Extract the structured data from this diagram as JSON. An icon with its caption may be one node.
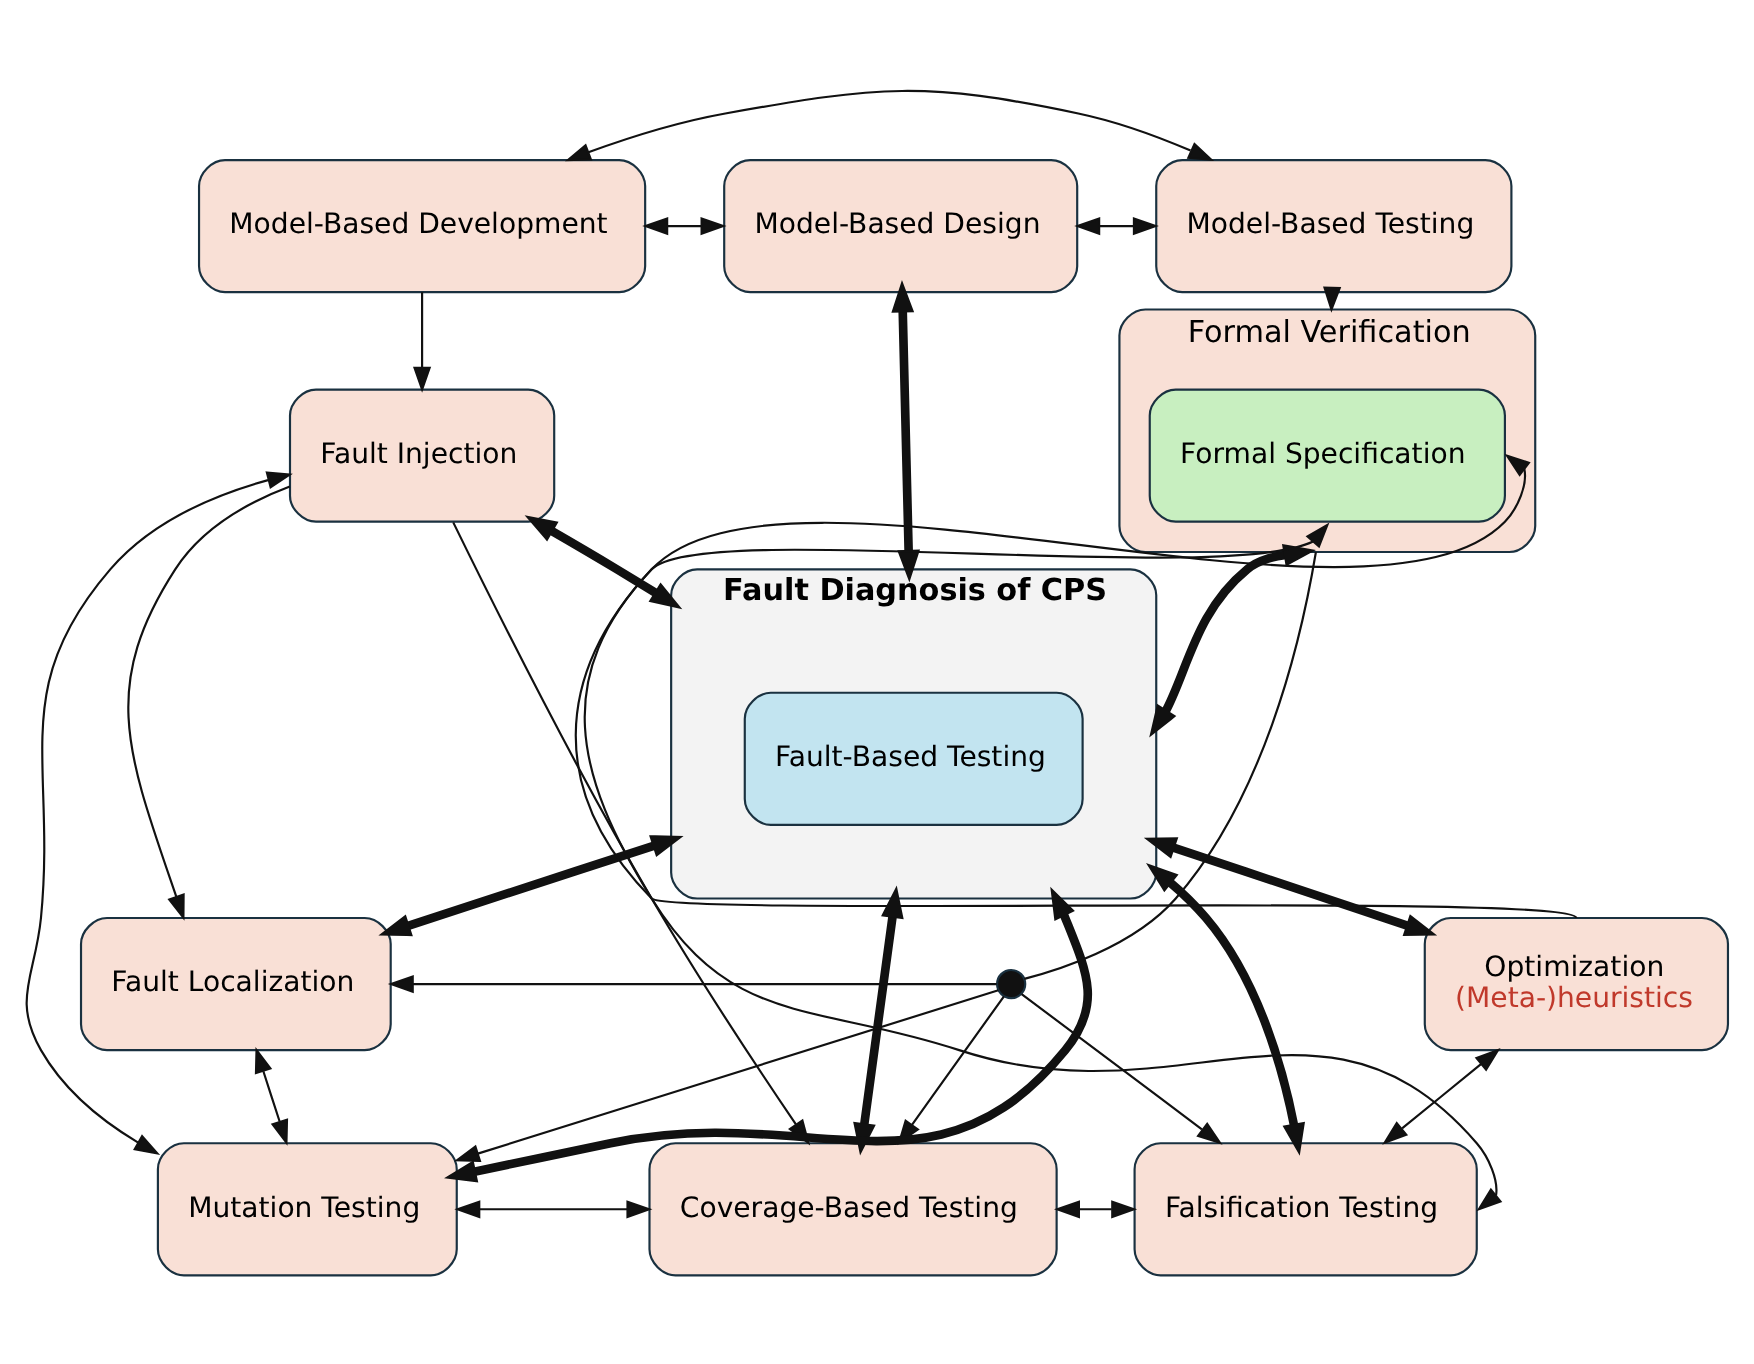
{
  "diagram": {
    "nodes": [
      {
        "text": [
          "Model-Based Development"
        ]
      },
      {
        "text": [
          "Model-Based Design"
        ]
      },
      {
        "text": [
          "Model-Based Testing"
        ]
      },
      {
        "text": [
          "Fault Diagnosis of CPS"
        ]
      },
      {
        "text": [
          "Fault-Based Testing"
        ],
        "in": 3
      },
      {
        "text": [
          "Formal Verification"
        ]
      },
      {
        "text": [
          "Formal Specification"
        ],
        "in": 5
      },
      {
        "text": [
          "Fault Injection"
        ]
      },
      {
        "text": [
          "Fault Localization"
        ]
      },
      {
        "text": [
          "Optimization",
          "(Meta-)heuristics"
        ]
      },
      {
        "text": [
          "Mutation Testing"
        ]
      },
      {
        "text": [
          "Coverage-Based Testing"
        ]
      },
      {
        "text": [
          "Falsification Testing"
        ]
      },
      {
        "text": [],
        "shape": "circle"
      }
    ],
    "edges": [
      {
        "from": 0,
        "to": 1,
        "arrow": "both"
      },
      {
        "from": 1,
        "to": 2,
        "arrow": "both"
      },
      {
        "from": 0,
        "to": 2,
        "arrow": "both"
      },
      {
        "from": 1,
        "to": 3,
        "arrow": "both",
        "style": "thick"
      },
      {
        "from": 2,
        "to": 5,
        "arrow": "to"
      },
      {
        "from": 0,
        "to": 7,
        "arrow": "to"
      },
      {
        "from": 7,
        "to": 3,
        "arrow": "both",
        "style": "thick"
      },
      {
        "from": 3,
        "to": 5,
        "arrow": "both",
        "style": "thick"
      },
      {
        "from": 7,
        "to": 8,
        "arrow": "to"
      },
      {
        "from": 7,
        "to": 11,
        "arrow": "to"
      },
      {
        "from": 7,
        "to": 10,
        "arrow": "both"
      },
      {
        "from": 8,
        "to": 3,
        "arrow": "both",
        "style": "thick"
      },
      {
        "from": 3,
        "to": 9,
        "arrow": "both",
        "style": "thick"
      },
      {
        "from": 9,
        "to": 6,
        "arrow": "to"
      },
      {
        "from": 8,
        "to": 10,
        "arrow": "both"
      },
      {
        "from": 10,
        "to": 3,
        "arrow": "both",
        "style": "thick"
      },
      {
        "from": 3,
        "to": 11,
        "arrow": "both",
        "style": "thick"
      },
      {
        "from": 3,
        "to": 12,
        "arrow": "both",
        "style": "thick"
      },
      {
        "from": 5,
        "to": 13,
        "arrow": "none"
      },
      {
        "from": 13,
        "to": 8,
        "arrow": "to"
      },
      {
        "from": 13,
        "to": 10,
        "arrow": "to"
      },
      {
        "from": 13,
        "to": 11,
        "arrow": "to"
      },
      {
        "from": 13,
        "to": 12,
        "arrow": "to"
      },
      {
        "from": 9,
        "to": 12,
        "arrow": "both"
      },
      {
        "from": 12,
        "to": 6,
        "arrow": "both"
      },
      {
        "from": 10,
        "to": 11,
        "arrow": "both"
      },
      {
        "from": 11,
        "to": 12,
        "arrow": "both"
      }
    ]
  }
}
